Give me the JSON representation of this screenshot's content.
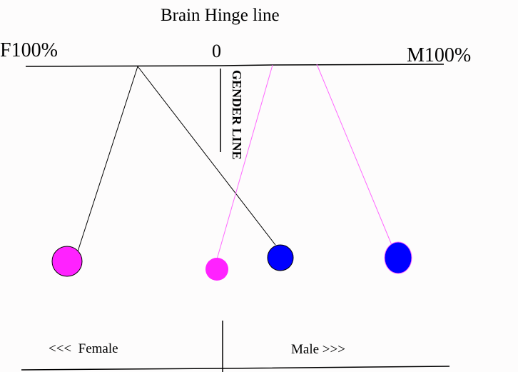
{
  "title": "Brain Hinge line",
  "scale": {
    "left": "F100%",
    "center": "0",
    "right": "M100%"
  },
  "gender_line_label": "GENDER LINE",
  "bottom": {
    "female": "<<<  Female",
    "male": "Male >>>"
  },
  "colors": {
    "female": "#ff22ff",
    "male": "#0000ff",
    "female_string": "#ff66ff",
    "male_string": "#000000"
  }
}
